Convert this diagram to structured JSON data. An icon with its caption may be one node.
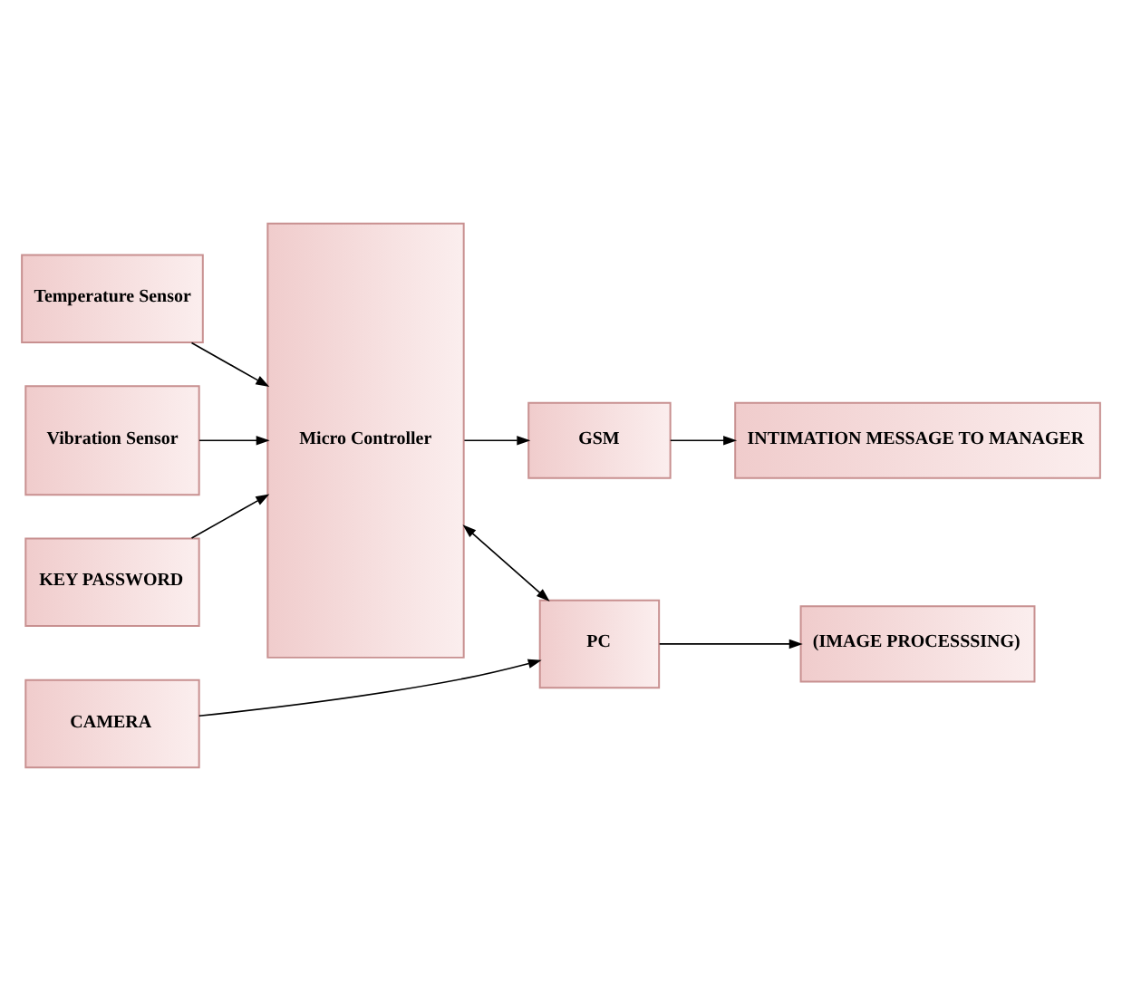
{
  "diagram": {
    "nodes": [
      {
        "text": [
          "Temperature Sensor"
        ]
      },
      {
        "text": [
          "Vibration Sensor"
        ]
      },
      {
        "text": [
          "KEY PASSWORD"
        ]
      },
      {
        "text": [
          "Micro Controller"
        ]
      },
      {
        "text": [
          "GSM"
        ]
      },
      {
        "text": [
          "INTIMATION MESSAGE TO MANAGER"
        ]
      },
      {
        "text": [
          "PC"
        ]
      },
      {
        "text": [
          "(IMAGE PROCESSSING)"
        ]
      },
      {
        "text": [
          "CAMERA"
        ]
      }
    ],
    "edges": [
      {
        "from": 0,
        "to": 3,
        "arrow": "to"
      },
      {
        "from": 1,
        "to": 3,
        "arrow": "to"
      },
      {
        "from": 2,
        "to": 3,
        "arrow": "to"
      },
      {
        "from": 3,
        "to": 4,
        "arrow": "to"
      },
      {
        "from": 4,
        "to": 5,
        "arrow": "to"
      },
      {
        "from": 3,
        "to": 6,
        "arrow": "both"
      },
      {
        "from": 6,
        "to": 7,
        "arrow": "to"
      },
      {
        "from": 8,
        "to": 6,
        "arrow": "to"
      }
    ]
  }
}
